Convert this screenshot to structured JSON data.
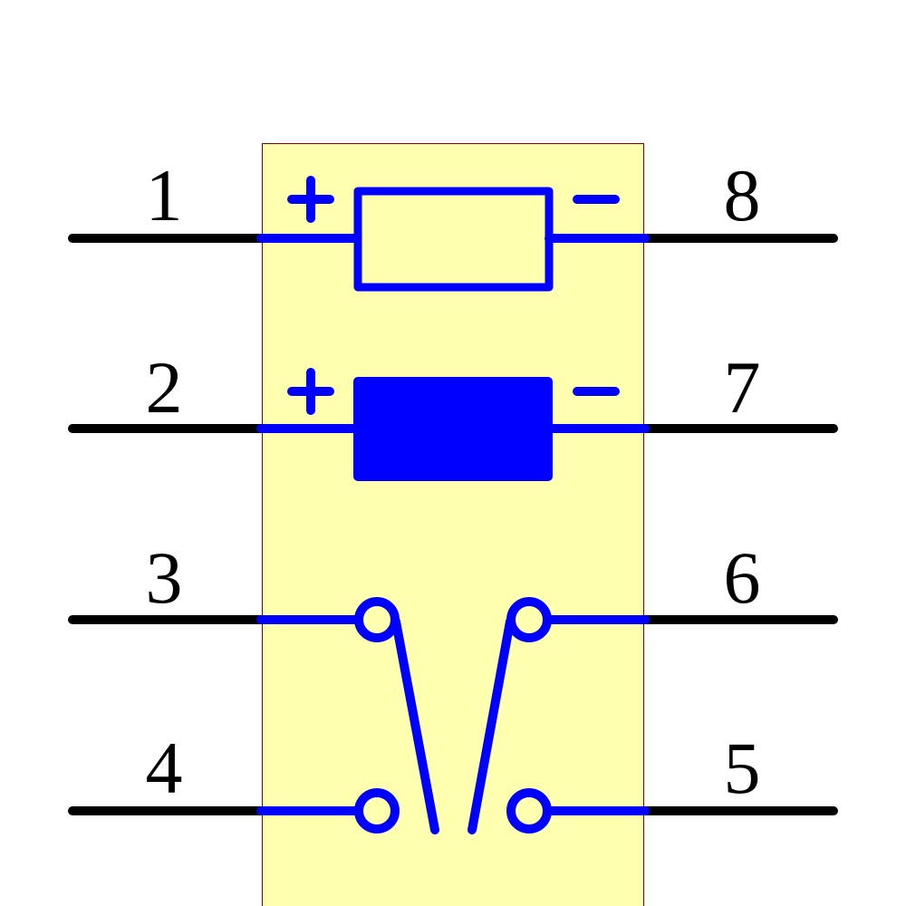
{
  "diagram": {
    "pins_left": [
      "1",
      "2",
      "3",
      "4"
    ],
    "pins_right": [
      "8",
      "7",
      "6",
      "5"
    ],
    "coil_1": {
      "plus": "+",
      "minus": "−",
      "style": "outline"
    },
    "coil_2": {
      "plus": "+",
      "minus": "−",
      "style": "filled"
    },
    "colors": {
      "body_fill": "#ffffb0",
      "body_border": "#800000",
      "wire": "#0000ff",
      "lead": "#000000"
    }
  }
}
